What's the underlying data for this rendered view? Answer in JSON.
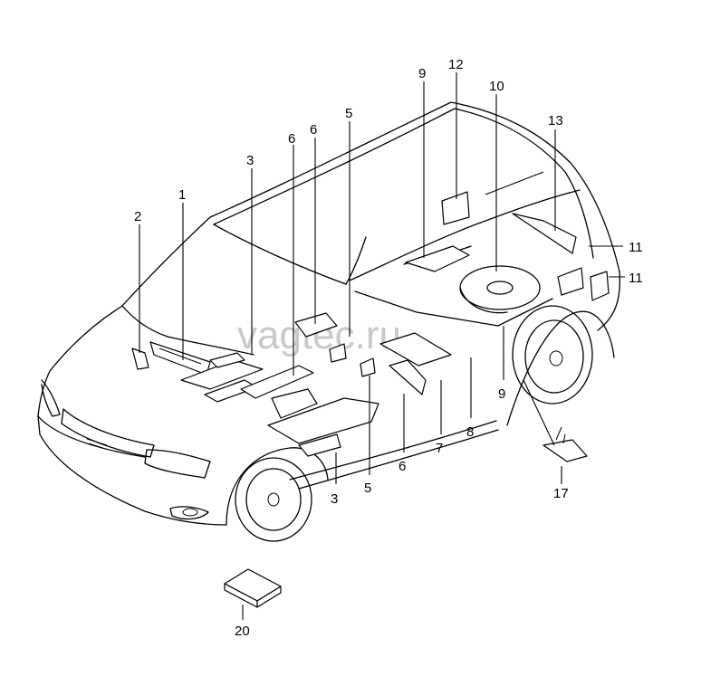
{
  "watermark": "vagtec.ru",
  "labels": [
    "1",
    "2",
    "3",
    "3",
    "5",
    "5",
    "6",
    "6",
    "6",
    "7",
    "8",
    "9",
    "9",
    "10",
    "11",
    "11",
    "12",
    "13",
    "17",
    "20"
  ]
}
